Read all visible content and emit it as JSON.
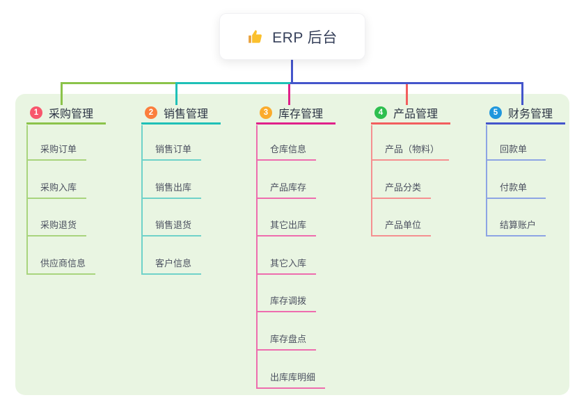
{
  "root": {
    "title": "ERP 后台",
    "icon": "thumbs-up-icon"
  },
  "colors": {
    "page_bg": "#ffffff",
    "container_bg": "#e9f5e2",
    "root_connector": "#4455cb",
    "root_title_color": "#36405a",
    "item_text_color": "#4c5160",
    "branch_title_color": "#2c3444"
  },
  "branches": [
    {
      "badge": "1",
      "badge_color": "#f8566c",
      "line_color": "#8bc34a",
      "item_line_color": "#a8d47d",
      "title": "采购管理",
      "items": [
        "采购订单",
        "采购入库",
        "采购退货",
        "供应商信息"
      ]
    },
    {
      "badge": "2",
      "badge_color": "#fb7e3d",
      "line_color": "#1fc0b7",
      "item_line_color": "#6fd2c9",
      "title": "销售管理",
      "items": [
        "销售订单",
        "销售出库",
        "销售退货",
        "客户信息"
      ]
    },
    {
      "badge": "3",
      "badge_color": "#fbab2c",
      "line_color": "#e0218a",
      "item_line_color": "#ee6cae",
      "title": "库存管理",
      "items": [
        "仓库信息",
        "产品库存",
        "其它出库",
        "其它入库",
        "库存调拨",
        "库存盘点",
        "出库库明细"
      ]
    },
    {
      "badge": "4",
      "badge_color": "#2ebf4f",
      "line_color": "#f25e5e",
      "item_line_color": "#f59090",
      "title": "产品管理",
      "items": [
        "产品（物料）",
        "产品分类",
        "产品单位"
      ]
    },
    {
      "badge": "5",
      "badge_color": "#2097dd",
      "line_color": "#4455cb",
      "item_line_color": "#8da4e4",
      "title": "财务管理",
      "items": [
        "回款单",
        "付款单",
        "结算账户"
      ]
    }
  ]
}
